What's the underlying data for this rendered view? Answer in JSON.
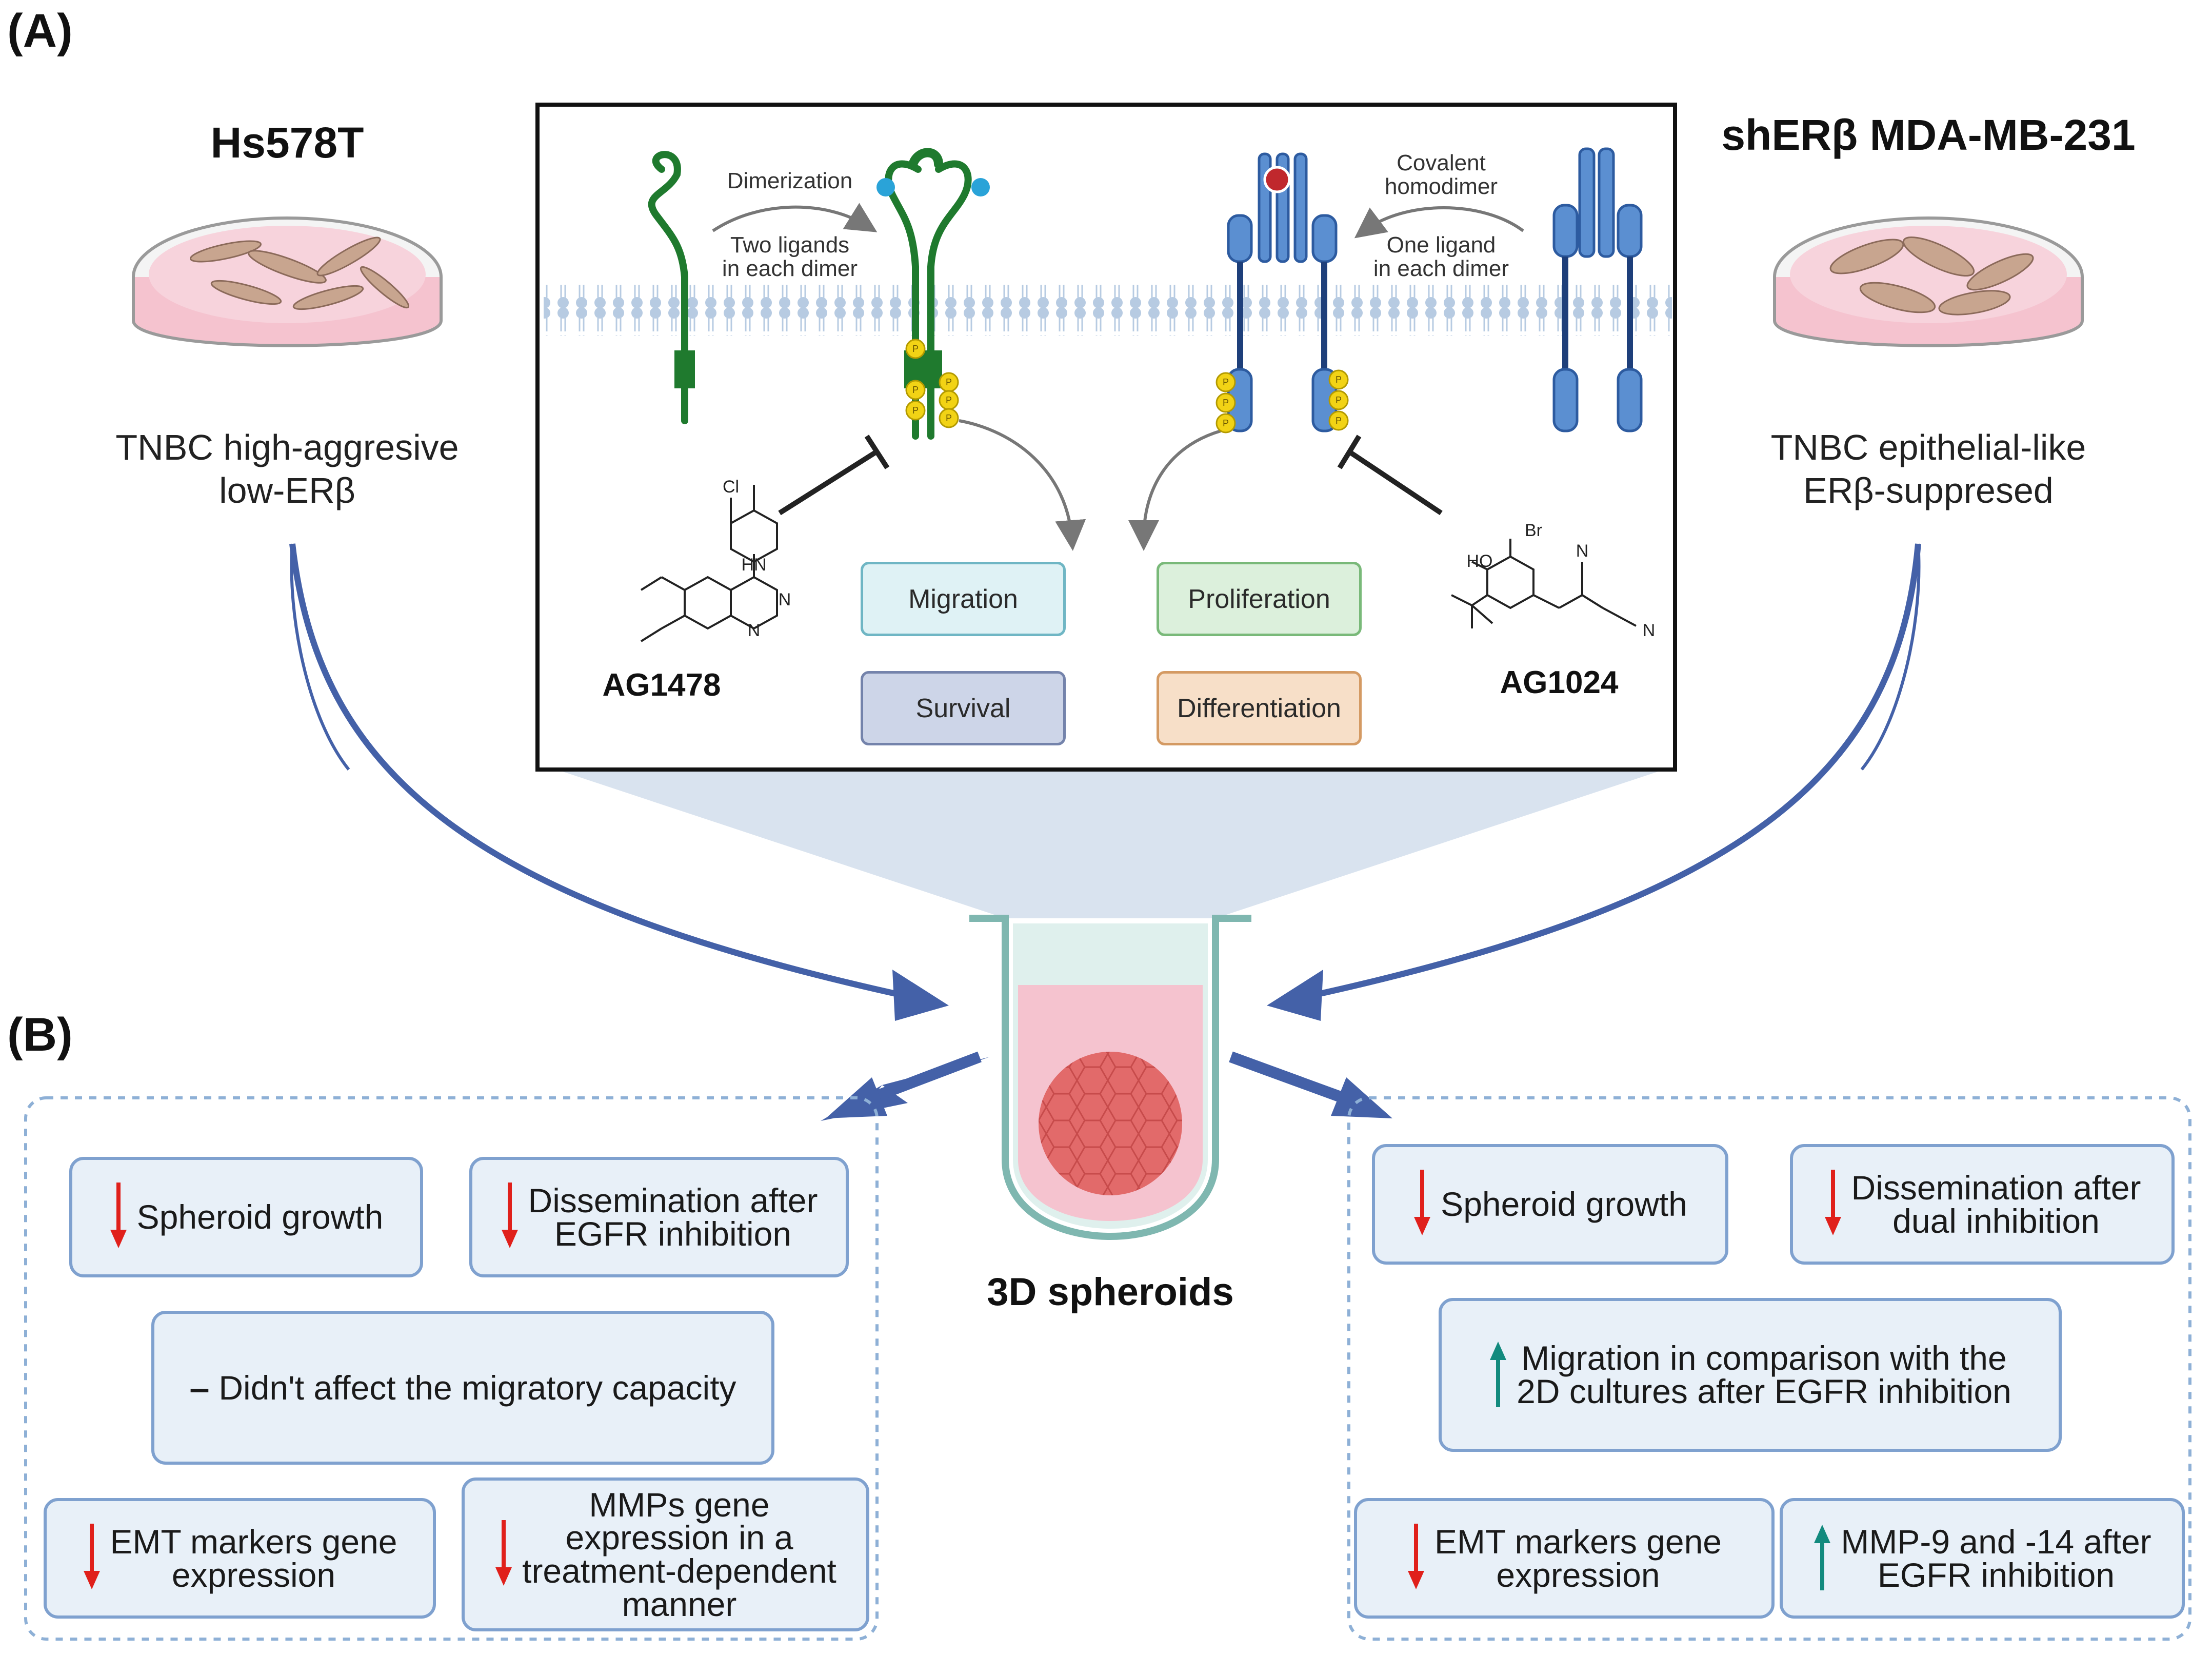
{
  "panels": {
    "a": "(A)",
    "b": "(B)"
  },
  "left_cell": {
    "name": "Hs578T",
    "desc_line1": "TNBC high-aggresive",
    "desc_line2": "low-ERβ"
  },
  "right_cell": {
    "name": "shERβ MDA-MB-231",
    "desc_line1": "TNBC epithelial-like",
    "desc_line2": "ERβ-suppresed"
  },
  "inset": {
    "egfr": {
      "dimerization": "Dimerization",
      "ligands_line1": "Two ligands",
      "ligands_line2": "in each dimer"
    },
    "igf1r": {
      "covalent_line1": "Covalent",
      "covalent_line2": "homodimer",
      "ligand_line1": "One ligand",
      "ligand_line2": "in each dimer"
    },
    "phospho_label": "P",
    "drug_left": {
      "name": "AG1478",
      "atoms": {
        "cl": "Cl",
        "hn": "HN",
        "n1": "N",
        "n2": "N"
      }
    },
    "drug_right": {
      "name": "AG1024",
      "atoms": {
        "br": "Br",
        "ho": "HO",
        "n1": "N",
        "n2": "N"
      }
    },
    "outcomes": [
      {
        "label": "Migration",
        "color": "#dff2f5",
        "border": "#6fb6c4"
      },
      {
        "label": "Proliferation",
        "color": "#dcf0dc",
        "border": "#79b979"
      },
      {
        "label": "Survival",
        "color": "#cdd5e8",
        "border": "#7483ab"
      },
      {
        "label": "Differentiation",
        "color": "#f7dfc8",
        "border": "#d49a63"
      }
    ]
  },
  "spheroid_title": "3D spheroids",
  "left_results": [
    {
      "indicator": "down",
      "line1": "Spheroid growth"
    },
    {
      "indicator": "down",
      "line1": "Dissemination after",
      "line2": "EGFR inhibition"
    },
    {
      "indicator": "dash",
      "line1": "Didn't affect the migratory capacity"
    },
    {
      "indicator": "down",
      "line1": "EMT markers gene",
      "line2": "expression"
    },
    {
      "indicator": "down",
      "line1": "MMPs gene",
      "line2": "expression in a",
      "line3": "treatment-dependent",
      "line4": "manner"
    }
  ],
  "right_results": [
    {
      "indicator": "down",
      "line1": "Spheroid growth"
    },
    {
      "indicator": "down",
      "line1": "Dissemination after",
      "line2": "dual inhibition"
    },
    {
      "indicator": "up",
      "line1": "Migration in comparison with the",
      "line2": "2D cultures after EGFR inhibition"
    },
    {
      "indicator": "down",
      "line1": "EMT markers gene",
      "line2": "expression"
    },
    {
      "indicator": "up",
      "line1": "MMP-9 and -14 after",
      "line2": "EGFR inhibition"
    }
  ],
  "indicator_glyphs": {
    "dash": "–"
  },
  "colors": {
    "arrow_blue": "#4461a8",
    "egfr_green": "#1f7a2e",
    "igf1r_blue": "#3f72b8",
    "box_border": "#7fa1cf",
    "box_fill": "#e8f0f8",
    "down_red": "#e0201b",
    "up_teal": "#128a7e",
    "dish_pink": "#f5c3cf",
    "spheroid_red": "#e26a6a"
  }
}
